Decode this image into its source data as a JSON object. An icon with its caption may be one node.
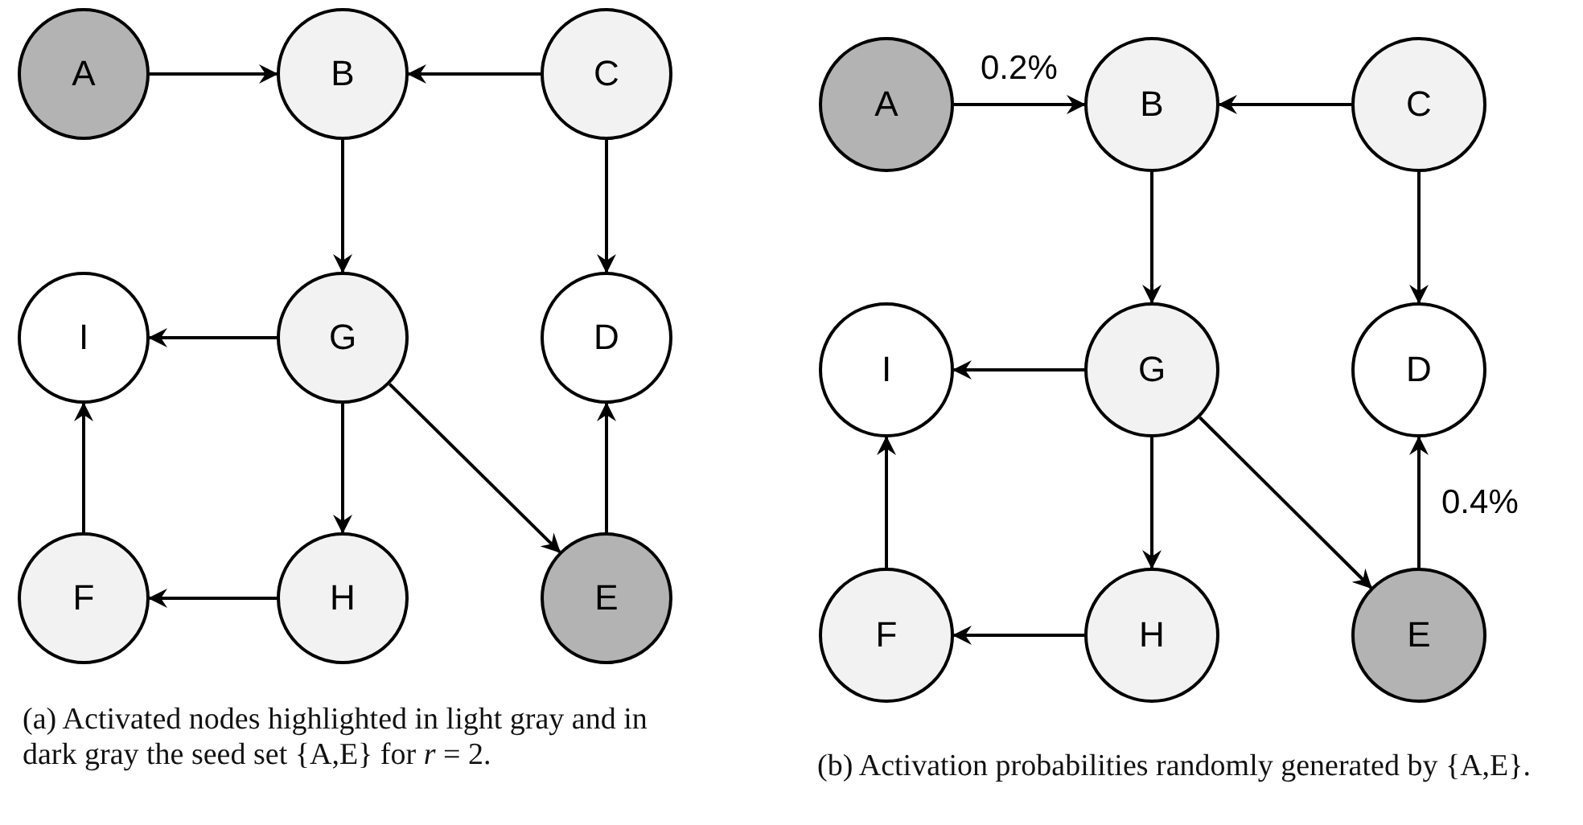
{
  "diagram": {
    "nodes": [
      {
        "text": [
          "A"
        ]
      },
      {
        "text": [
          "B"
        ]
      },
      {
        "text": [
          "C"
        ]
      },
      {
        "text": [
          "I"
        ]
      },
      {
        "text": [
          "G"
        ]
      },
      {
        "text": [
          "D"
        ]
      },
      {
        "text": [
          "F"
        ]
      },
      {
        "text": [
          "H"
        ]
      },
      {
        "text": [
          "E"
        ]
      },
      {
        "text": [
          "A"
        ]
      },
      {
        "text": [
          "B"
        ]
      },
      {
        "text": [
          "C"
        ]
      },
      {
        "text": [
          "I"
        ]
      },
      {
        "text": [
          "G"
        ]
      },
      {
        "text": [
          "D"
        ]
      },
      {
        "text": [
          "F"
        ]
      },
      {
        "text": [
          "H"
        ]
      },
      {
        "text": [
          "E"
        ]
      }
    ],
    "edges": [
      {
        "from": 0,
        "to": 1,
        "arrow": "to"
      },
      {
        "from": 2,
        "to": 1,
        "arrow": "to"
      },
      {
        "from": 1,
        "to": 4,
        "arrow": "to"
      },
      {
        "from": 2,
        "to": 5,
        "arrow": "to"
      },
      {
        "from": 4,
        "to": 3,
        "arrow": "to"
      },
      {
        "from": 4,
        "to": 7,
        "arrow": "to"
      },
      {
        "from": 4,
        "to": 8,
        "arrow": "to"
      },
      {
        "from": 8,
        "to": 5,
        "arrow": "to"
      },
      {
        "from": 6,
        "to": 3,
        "arrow": "to"
      },
      {
        "from": 7,
        "to": 6,
        "arrow": "to"
      },
      {
        "from": 9,
        "to": 10,
        "arrow": "to",
        "label": "0.2%"
      },
      {
        "from": 11,
        "to": 10,
        "arrow": "to"
      },
      {
        "from": 10,
        "to": 13,
        "arrow": "to"
      },
      {
        "from": 11,
        "to": 14,
        "arrow": "to"
      },
      {
        "from": 13,
        "to": 12,
        "arrow": "to"
      },
      {
        "from": 13,
        "to": 16,
        "arrow": "to"
      },
      {
        "from": 13,
        "to": 17,
        "arrow": "to"
      },
      {
        "from": 17,
        "to": 14,
        "arrow": "to",
        "label": "0.4%"
      },
      {
        "from": 15,
        "to": 12,
        "arrow": "to"
      },
      {
        "from": 16,
        "to": 15,
        "arrow": "to"
      }
    ],
    "labels": [
      "(a) Activated nodes highlighted in light gray and in dark gray the seed set {A,E} for *r* = 2.",
      "(b) Activation probabilities randomly generated by {A,E}."
    ]
  }
}
